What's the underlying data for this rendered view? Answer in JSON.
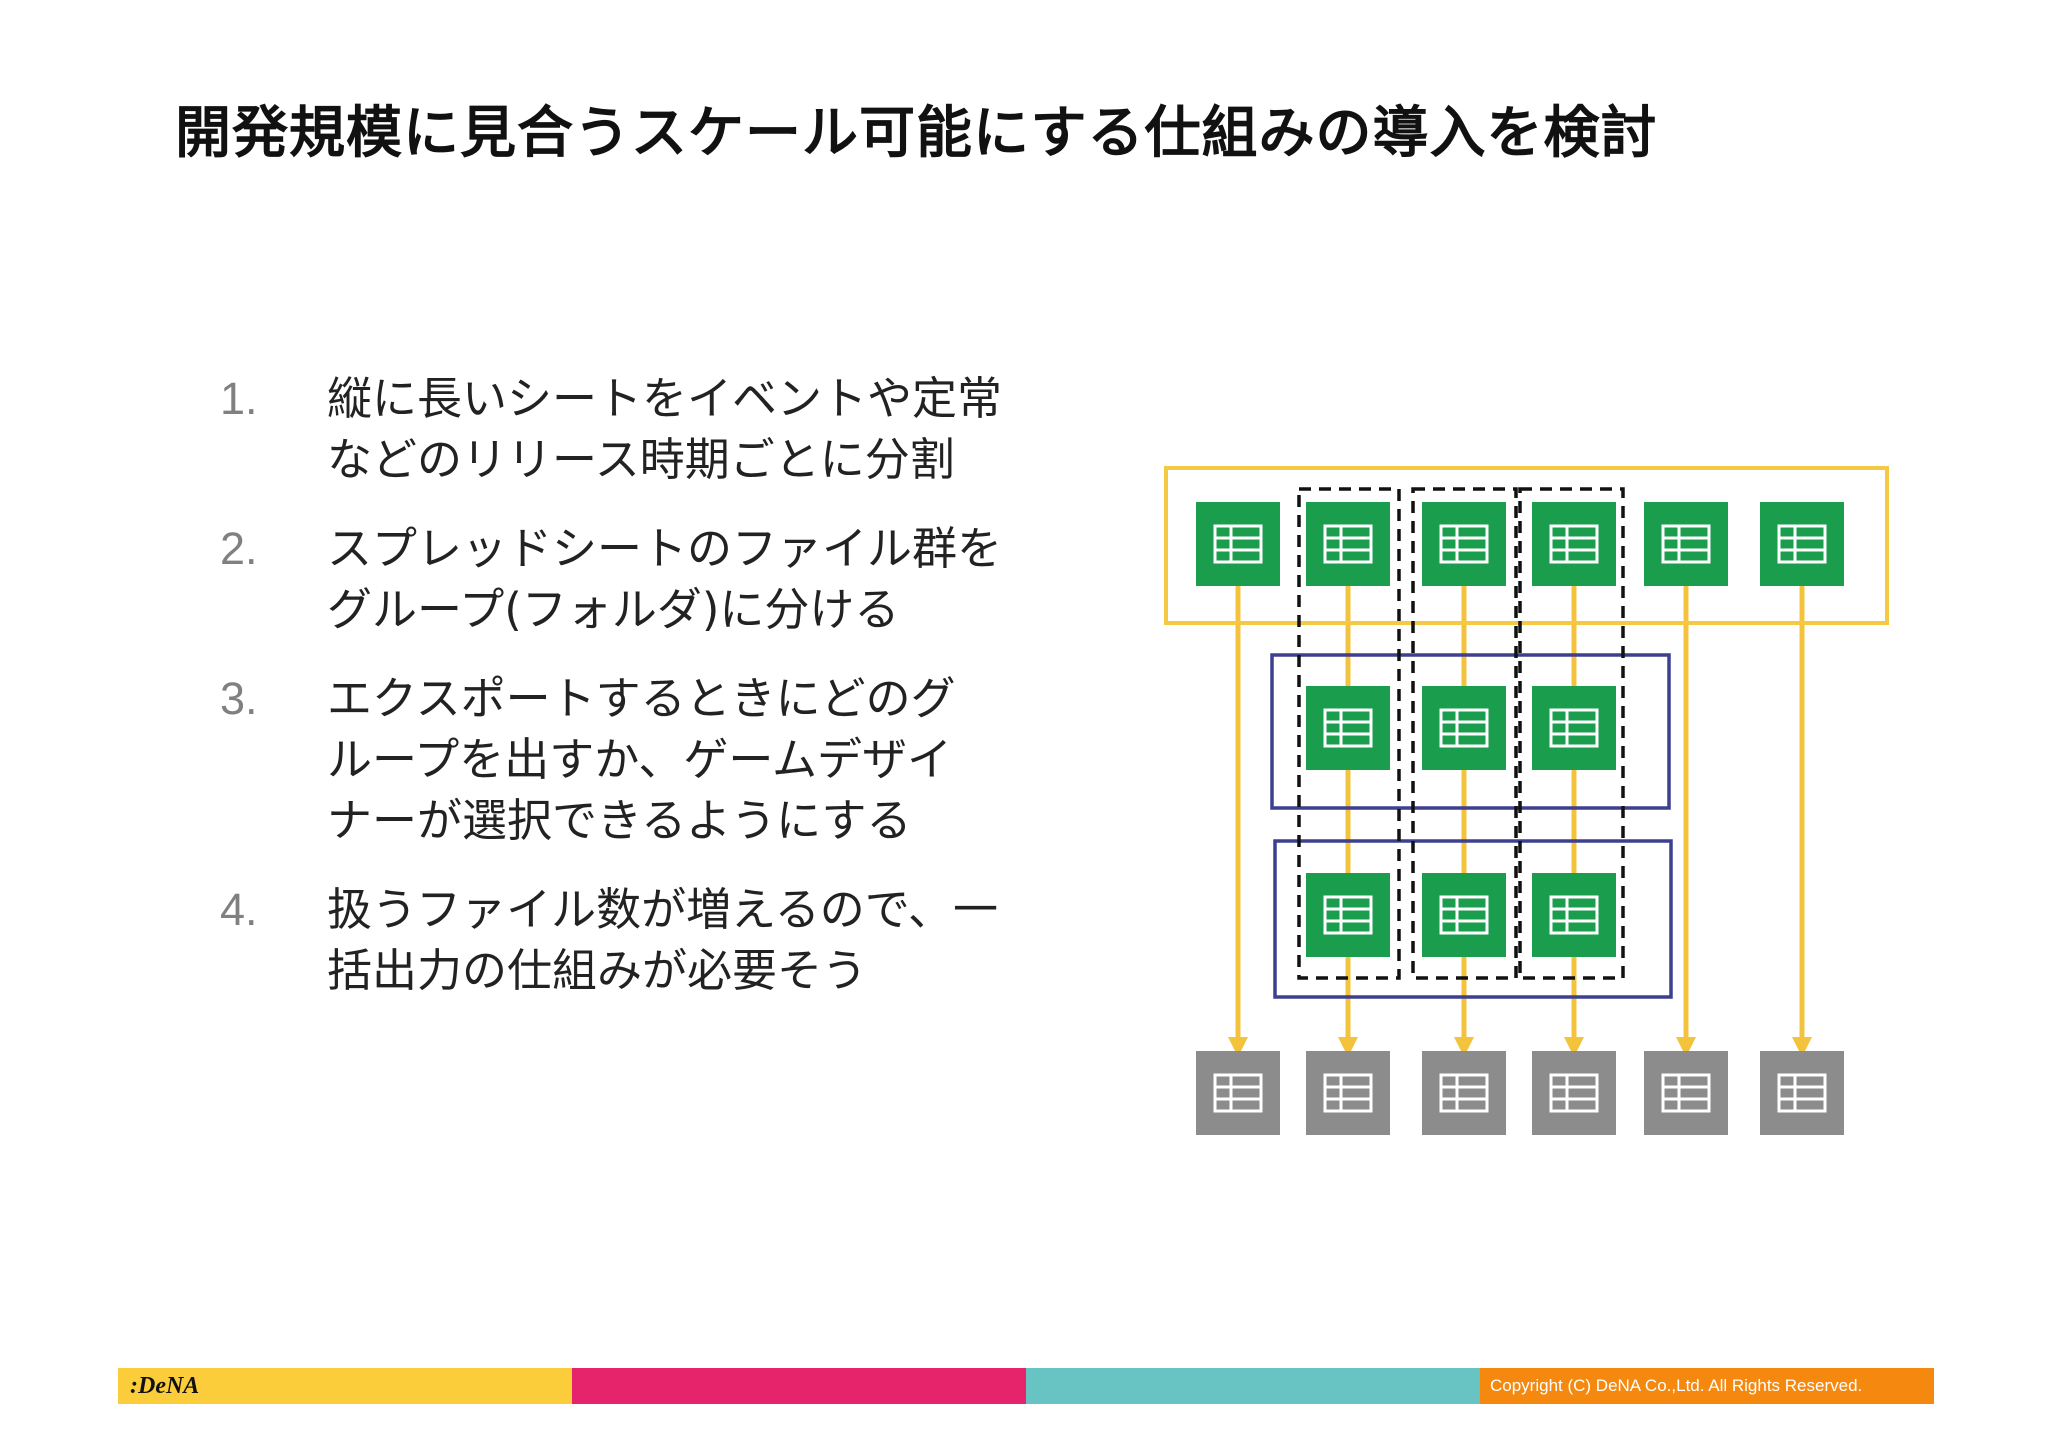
{
  "slide": {
    "title": "開発規模に見合うスケール可能にする仕組みの導入を検討"
  },
  "list": {
    "items": [
      {
        "number": "1.",
        "lines": [
          "縦に長いシートをイベントや定常",
          "などのリリース時期ごとに分割"
        ]
      },
      {
        "number": "2.",
        "lines": [
          "スプレッドシートのファイル群を",
          "グループ(フォルダ)に分ける"
        ]
      },
      {
        "number": "3.",
        "lines": [
          "エクスポートするときにどのグ",
          "ループを出すか、ゲームデザイ",
          "ナーが選択できるようにする"
        ]
      },
      {
        "number": "4.",
        "lines": [
          "扱うファイル数が増えるので、一",
          "括出力の仕組みが必要そう"
        ]
      }
    ]
  },
  "diagram": {
    "colors": {
      "sheet_green": "#1a9e4e",
      "output_gray": "#8c8c8c",
      "group_yellow": "#f6c945",
      "group_navy": "#3d3f8f",
      "dashed_black": "#111111",
      "arrow_yellow": "#f3c33e"
    },
    "icons": {
      "sheet": "spreadsheet-icon",
      "output": "spreadsheet-output-icon"
    }
  },
  "footer": {
    "logo": ":DeNA",
    "copyright": "Copyright (C) DeNA Co.,Ltd. All Rights Reserved.",
    "colors": [
      "#fbcd3b",
      "#e6246b",
      "#67c4c3",
      "#f5880f"
    ]
  }
}
